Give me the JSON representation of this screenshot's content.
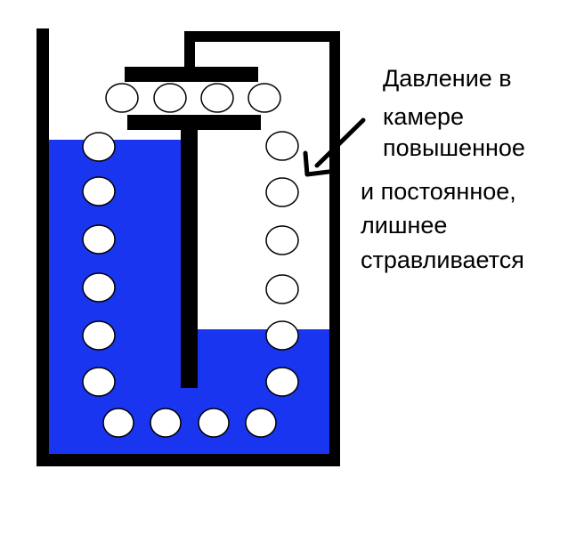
{
  "caption": {
    "line1": "Давление в",
    "line2": "камере",
    "line3": "повышенное",
    "line4": "и постоянное,",
    "line5": "лишнее",
    "line6": "стравливается"
  },
  "colors": {
    "water": "#1a35f0",
    "outline": "#000000",
    "ball_fill": "#ffffff",
    "background": "#ffffff"
  }
}
